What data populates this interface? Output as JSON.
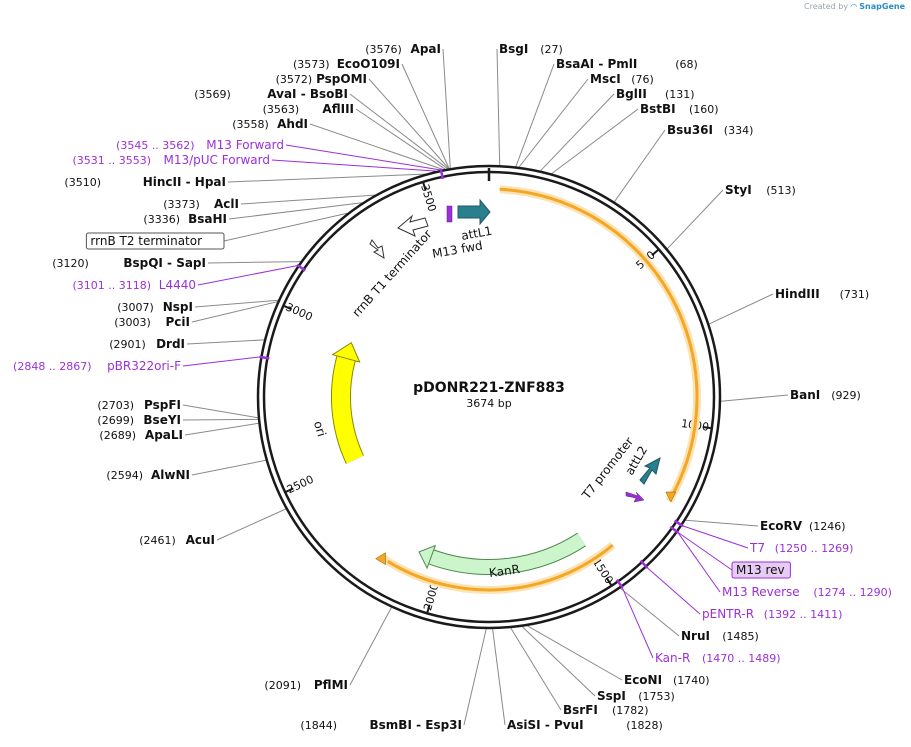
{
  "credit": {
    "prefix": "Created by",
    "brand": "SnapGene"
  },
  "plasmid": {
    "name": "pDONR221-ZNF883",
    "length": "3674 bp",
    "bp": 3674
  },
  "ticks": [
    "500",
    "1000",
    "1500",
    "2000",
    "2500",
    "3000",
    "3500"
  ],
  "colors": {
    "backbone": "#1a1a1a",
    "orange": "#f5a623",
    "att": "#2a7f8e",
    "ori": "#ffff00",
    "kanr": "#ccf5cc",
    "primer": "#9b30d9",
    "leader": "#8a8a8a"
  },
  "features": [
    {
      "label": "attL1",
      "name": "attL1",
      "type": "att"
    },
    {
      "label": "M13 fwd",
      "name": "m13-fwd",
      "type": "primer-bind"
    },
    {
      "label": "attL2",
      "name": "attL2",
      "type": "att"
    },
    {
      "label": "T7 promoter",
      "name": "t7-promoter",
      "type": "promoter"
    },
    {
      "label": "KanR",
      "name": "kanr",
      "type": "cds"
    },
    {
      "label": "ori",
      "name": "ori",
      "type": "rep-origin"
    },
    {
      "label": "rrnB T1 terminator",
      "name": "rrnb-t1",
      "type": "terminator"
    },
    {
      "label": "rrnB T2 terminator",
      "name": "rrnb-t2",
      "type": "terminator"
    }
  ],
  "right_labels": [
    {
      "type": "site",
      "parts": [
        "BsgI"
      ],
      "num": "(27)"
    },
    {
      "type": "site",
      "parts": [
        "BsaAI",
        "PmlI"
      ],
      "num": "(68)"
    },
    {
      "type": "site",
      "parts": [
        "MscI"
      ],
      "num": "(76)"
    },
    {
      "type": "site",
      "parts": [
        "BglII"
      ],
      "num": "(131)"
    },
    {
      "type": "site",
      "parts": [
        "BstBI"
      ],
      "num": "(160)"
    },
    {
      "type": "site",
      "parts": [
        "Bsu36I"
      ],
      "num": "(334)"
    },
    {
      "type": "site",
      "parts": [
        "StyI"
      ],
      "num": "(513)"
    },
    {
      "type": "site",
      "parts": [
        "HindIII"
      ],
      "num": "(731)"
    },
    {
      "type": "site",
      "parts": [
        "BanI"
      ],
      "num": "(929)"
    },
    {
      "type": "site",
      "parts": [
        "EcoRV"
      ],
      "num": "(1246)"
    },
    {
      "type": "primer",
      "parts": [
        "T7"
      ],
      "num": "(1250 .. 1269)"
    },
    {
      "type": "boxed",
      "parts": [
        "M13 rev"
      ],
      "num": ""
    },
    {
      "type": "primer",
      "parts": [
        "M13 Reverse"
      ],
      "num": "(1274 .. 1290)"
    },
    {
      "type": "primer",
      "parts": [
        "pENTR-R"
      ],
      "num": "(1392 .. 1411)"
    },
    {
      "type": "site",
      "parts": [
        "NruI"
      ],
      "num": "(1485)"
    },
    {
      "type": "primer",
      "parts": [
        "Kan-R"
      ],
      "num": "(1470 .. 1489)"
    },
    {
      "type": "site",
      "parts": [
        "EcoNI"
      ],
      "num": "(1740)"
    },
    {
      "type": "site",
      "parts": [
        "SspI"
      ],
      "num": "(1753)"
    },
    {
      "type": "site",
      "parts": [
        "BsrFI"
      ],
      "num": "(1782)"
    },
    {
      "type": "site",
      "parts": [
        "AsiSI",
        "PvuI"
      ],
      "num": "(1828)"
    }
  ],
  "left_labels": [
    {
      "type": "site",
      "parts": [
        "ApaI"
      ],
      "num": "(3576)"
    },
    {
      "type": "site",
      "parts": [
        "EcoO109I"
      ],
      "num": "(3573)"
    },
    {
      "type": "site",
      "parts": [
        "PspOMI"
      ],
      "num": "(3572)"
    },
    {
      "type": "site",
      "parts": [
        "AvaI",
        "BsoBI"
      ],
      "num": "(3569)"
    },
    {
      "type": "site",
      "parts": [
        "AflIII"
      ],
      "num": "(3563)"
    },
    {
      "type": "site",
      "parts": [
        "AhdI"
      ],
      "num": "(3558)"
    },
    {
      "type": "primer",
      "parts": [
        "M13 Forward"
      ],
      "num": "(3545 .. 3562)"
    },
    {
      "type": "primer",
      "parts": [
        "M13/pUC Forward"
      ],
      "num": "(3531 .. 3553)"
    },
    {
      "type": "site",
      "parts": [
        "HincII",
        "HpaI"
      ],
      "num": "(3510)"
    },
    {
      "type": "site",
      "parts": [
        "AclI"
      ],
      "num": "(3373)"
    },
    {
      "type": "site",
      "parts": [
        "BsaHI"
      ],
      "num": "(3336)"
    },
    {
      "type": "boxed",
      "parts": [
        "rrnB T2 terminator"
      ],
      "num": ""
    },
    {
      "type": "site",
      "parts": [
        "BspQI",
        "SapI"
      ],
      "num": "(3120)"
    },
    {
      "type": "primer",
      "parts": [
        "L4440"
      ],
      "num": "(3101 .. 3118)"
    },
    {
      "type": "site",
      "parts": [
        "NspI"
      ],
      "num": "(3007)"
    },
    {
      "type": "site",
      "parts": [
        "PciI"
      ],
      "num": "(3003)"
    },
    {
      "type": "site",
      "parts": [
        "DrdI"
      ],
      "num": "(2901)"
    },
    {
      "type": "primer",
      "parts": [
        "pBR322ori-F"
      ],
      "num": "(2848 .. 2867)"
    },
    {
      "type": "site",
      "parts": [
        "PspFI"
      ],
      "num": "(2703)"
    },
    {
      "type": "site",
      "parts": [
        "BseYI"
      ],
      "num": "(2699)"
    },
    {
      "type": "site",
      "parts": [
        "ApaLI"
      ],
      "num": "(2689)"
    },
    {
      "type": "site",
      "parts": [
        "AlwNI"
      ],
      "num": "(2594)"
    },
    {
      "type": "site",
      "parts": [
        "AcuI"
      ],
      "num": "(2461)"
    },
    {
      "type": "site",
      "parts": [
        "PflMI"
      ],
      "num": "(2091)"
    },
    {
      "type": "site",
      "parts": [
        "BsmBI",
        "Esp3I"
      ],
      "num": "(1844)"
    }
  ]
}
